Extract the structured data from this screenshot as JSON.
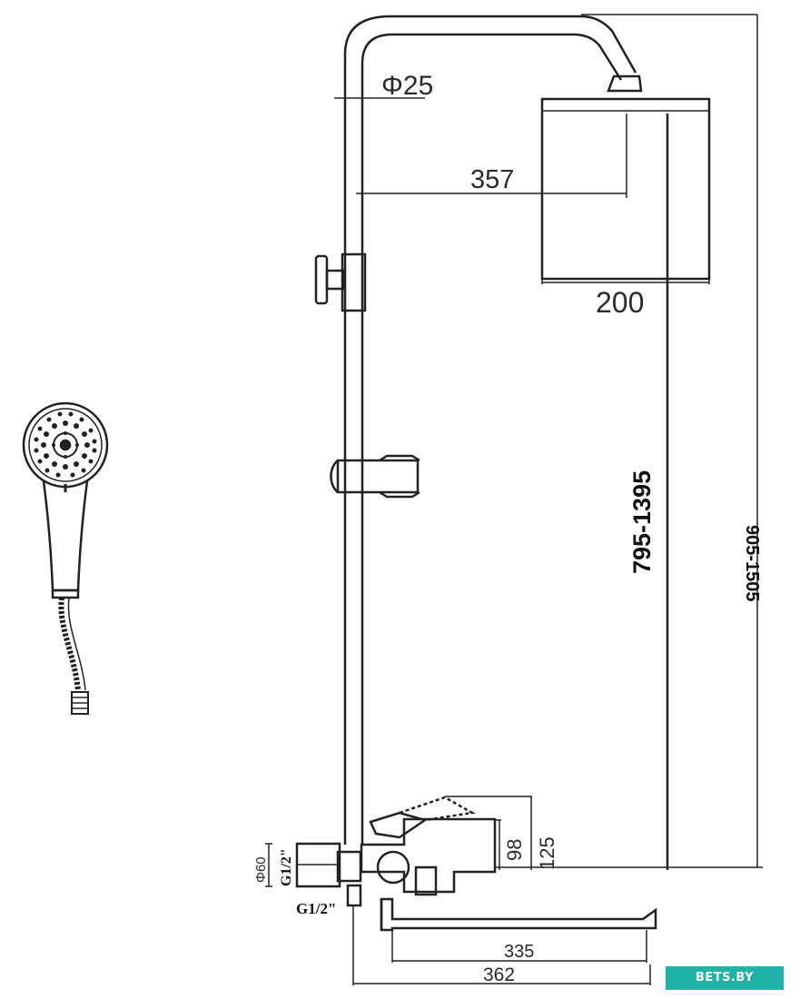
{
  "dimensions": {
    "pipe_diameter": "Φ25",
    "arm_reach": "357",
    "head_width": "200",
    "head_height_range": "795-1395",
    "total_height_range": "905-1505",
    "mixer_height_125": "125",
    "mixer_height_98": "98",
    "spout_length": "335",
    "total_width": "362",
    "thread_upper": "G1/2\"",
    "thread_lower": "G1/2\"",
    "eccentric_diameter": "Φ60"
  },
  "watermark": {
    "text": "BETS.BY"
  }
}
